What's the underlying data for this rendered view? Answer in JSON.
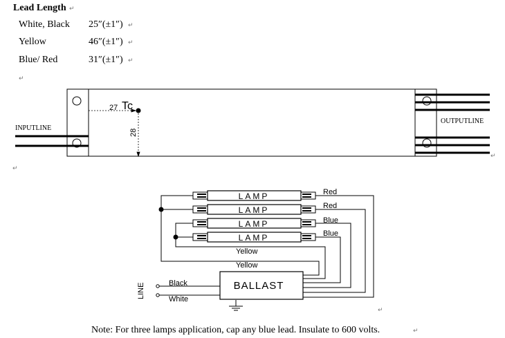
{
  "lead_length": {
    "title": "Lead Length",
    "rows": [
      {
        "label": "White, Black",
        "value": "25″(±1″)"
      },
      {
        "label": "Yellow",
        "value": "46″(±1″)"
      },
      {
        "label": "Blue/ Red",
        "value": "31″(±1″)"
      }
    ]
  },
  "return_mark": "↵",
  "dimension_drawing": {
    "tc_label": "Tc",
    "dim_horizontal": "27",
    "dim_vertical": "28",
    "input_label": "INPUTLINE",
    "output_label": "OUTPUTLINE"
  },
  "wiring_diagram": {
    "lamp_label": "LAMP",
    "ballast_label": "BALLAST",
    "line_label": "LINE",
    "wires": {
      "red_1": "Red",
      "red_2": "Red",
      "blue_1": "Blue",
      "blue_2": "Blue",
      "yellow_1": "Yellow",
      "yellow_2": "Yellow",
      "black": "Black",
      "white": "White"
    }
  },
  "note": "Note: For three lamps application, cap any blue lead. Insulate to 600 volts."
}
